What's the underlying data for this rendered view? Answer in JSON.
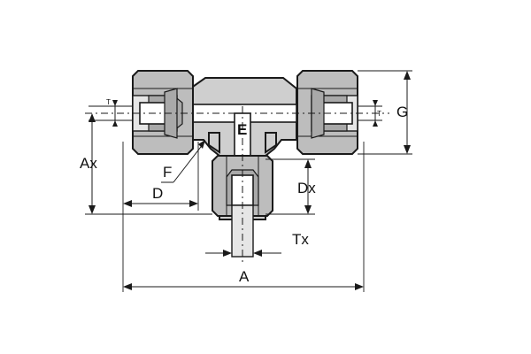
{
  "labels": {
    "A": "A",
    "Ax": "Ax",
    "D": "D",
    "Dx": "Dx",
    "E": "E",
    "F": "F",
    "G": "G",
    "T": "T",
    "Tx": "Tx"
  }
}
